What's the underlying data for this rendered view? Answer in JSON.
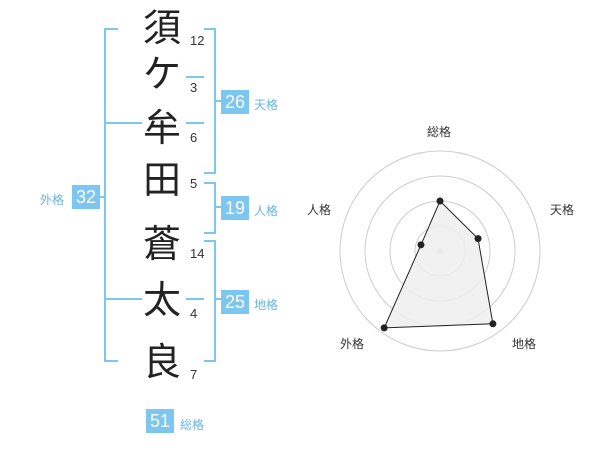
{
  "name": {
    "characters": [
      {
        "char": "須",
        "strokes": "12"
      },
      {
        "char": "ケ",
        "strokes": "3"
      },
      {
        "char": "牟",
        "strokes": "6"
      },
      {
        "char": "田",
        "strokes": "5"
      },
      {
        "char": "蒼",
        "strokes": "14"
      },
      {
        "char": "太",
        "strokes": "4"
      },
      {
        "char": "良",
        "strokes": "7"
      }
    ]
  },
  "fortunes": {
    "tenkaku": {
      "value": "26",
      "label": "天格"
    },
    "jinkaku": {
      "value": "19",
      "label": "人格"
    },
    "chikaku": {
      "value": "25",
      "label": "地格"
    },
    "gaikaku": {
      "value": "32",
      "label": "外格"
    },
    "soukaku": {
      "value": "51",
      "label": "総格"
    }
  },
  "radar": {
    "axes": [
      "総格",
      "天格",
      "地格",
      "外格",
      "人格"
    ],
    "values": [
      0.5,
      0.4,
      0.9,
      0.95,
      0.2
    ],
    "colors": {
      "grid": "#cccccc",
      "fill": "#eeeeee",
      "line": "#222222",
      "center": "#cccccc"
    }
  }
}
